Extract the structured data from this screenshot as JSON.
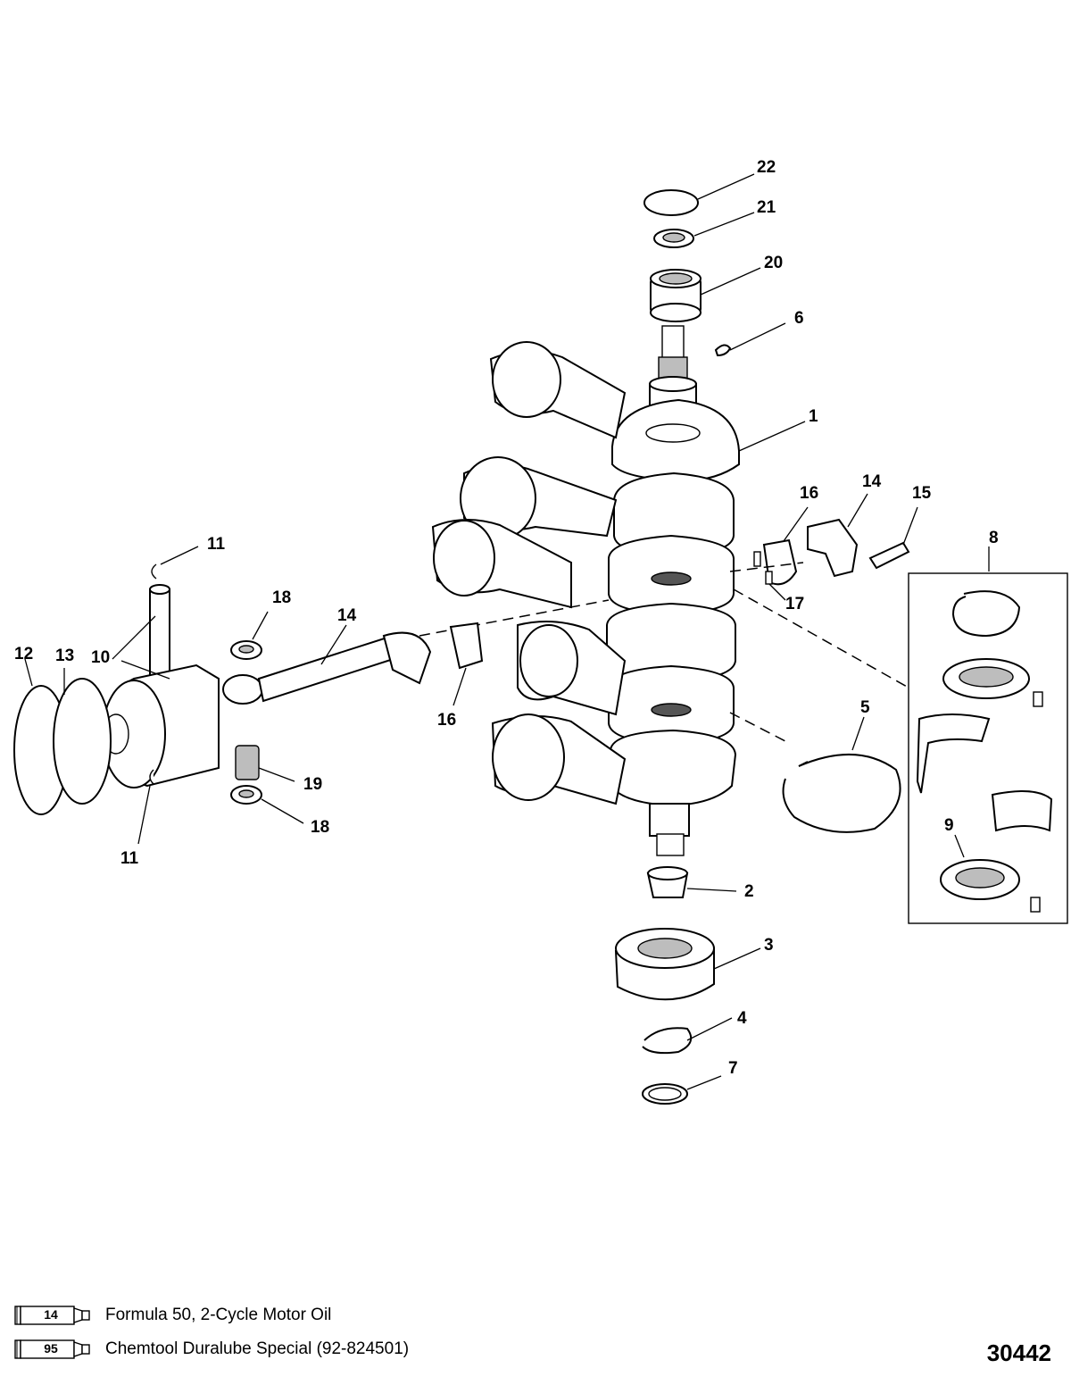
{
  "callouts": [
    {
      "id": "c22",
      "text": "22"
    },
    {
      "id": "c21",
      "text": "21"
    },
    {
      "id": "c20",
      "text": "20"
    },
    {
      "id": "c6",
      "text": "6"
    },
    {
      "id": "c1",
      "text": "1"
    },
    {
      "id": "c16a",
      "text": "16"
    },
    {
      "id": "c14a",
      "text": "14"
    },
    {
      "id": "c15",
      "text": "15"
    },
    {
      "id": "c8",
      "text": "8"
    },
    {
      "id": "c17",
      "text": "17"
    },
    {
      "id": "c11a",
      "text": "11"
    },
    {
      "id": "c18a",
      "text": "18"
    },
    {
      "id": "c14b",
      "text": "14"
    },
    {
      "id": "c12",
      "text": "12"
    },
    {
      "id": "c13",
      "text": "13"
    },
    {
      "id": "c10",
      "text": "10"
    },
    {
      "id": "c16b",
      "text": "16"
    },
    {
      "id": "c5",
      "text": "5"
    },
    {
      "id": "c19",
      "text": "19"
    },
    {
      "id": "c18b",
      "text": "18"
    },
    {
      "id": "c11b",
      "text": "11"
    },
    {
      "id": "c9",
      "text": "9"
    },
    {
      "id": "c2",
      "text": "2"
    },
    {
      "id": "c3",
      "text": "3"
    },
    {
      "id": "c4",
      "text": "4"
    },
    {
      "id": "c7",
      "text": "7"
    }
  ],
  "legend": [
    {
      "tube_number": "14",
      "text": "Formula 50, 2-Cycle Motor Oil"
    },
    {
      "tube_number": "95",
      "text": "Chemtool Duralube Special (92-824501)"
    }
  ],
  "drawing_number": "30442"
}
